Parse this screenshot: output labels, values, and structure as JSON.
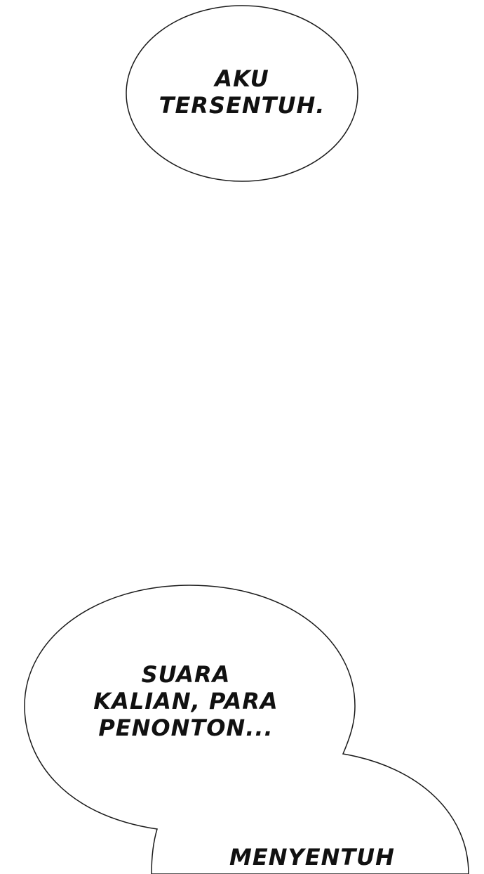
{
  "bubbles": [
    {
      "lines": [
        "AKU",
        "TERSENTUH."
      ]
    },
    {
      "lines": [
        "SUARA",
        "KALIAN, PARA",
        "PENONTON..."
      ]
    },
    {
      "lines": [
        "MENYENTUH"
      ]
    }
  ],
  "colors": {
    "background": "#ffffff",
    "bubble_fill": "#ffffff",
    "bubble_stroke": "#1a1a1a",
    "text": "#111111"
  }
}
